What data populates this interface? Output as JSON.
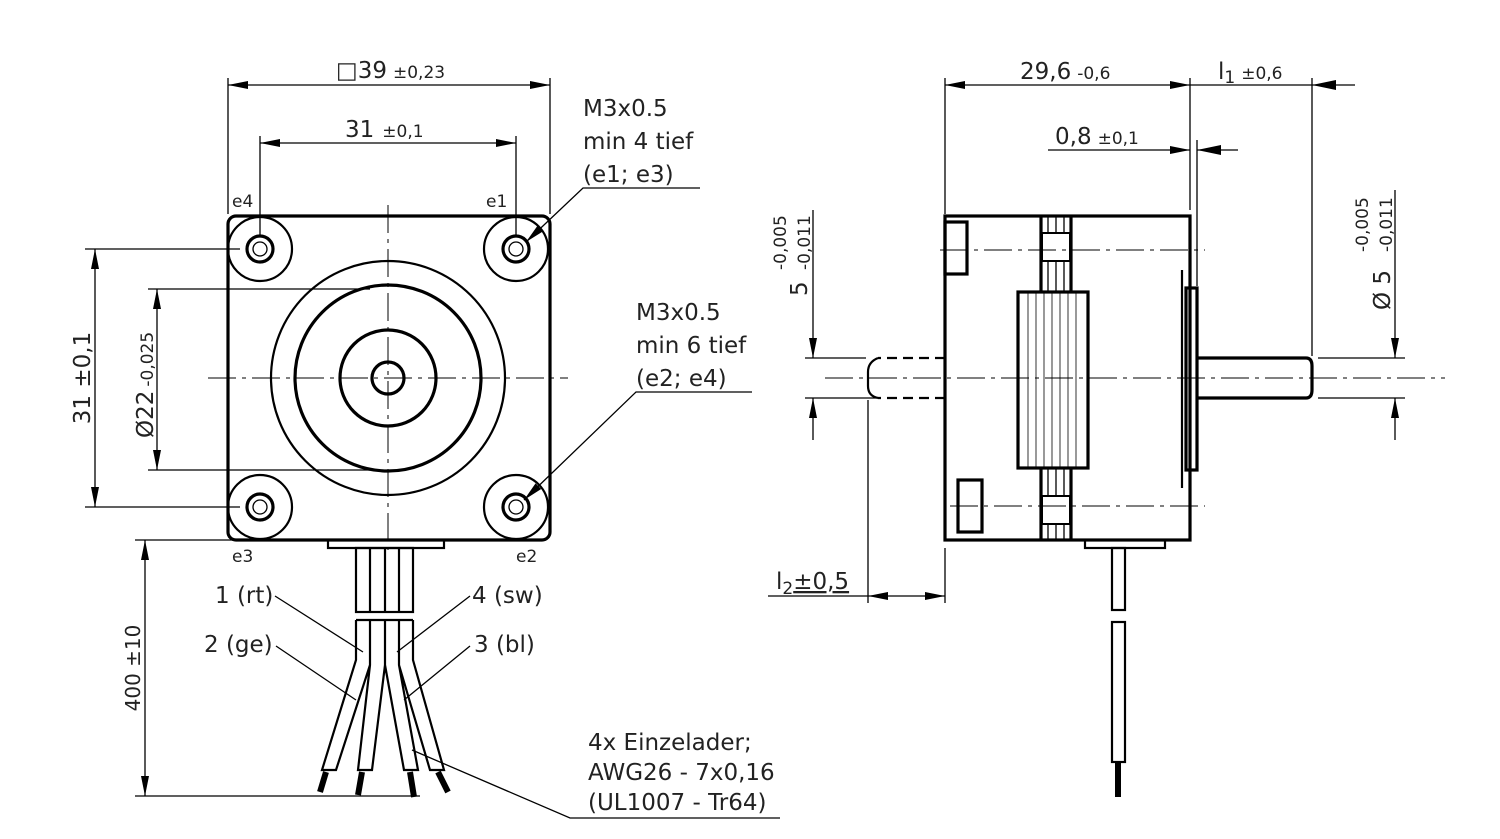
{
  "front_view": {
    "dim_square": "□39",
    "dim_square_tol": "±0,23",
    "dim_hole_spacing_h": "31",
    "dim_hole_spacing_h_tol": "±0,1",
    "dim_hole_spacing_v": "31 ±0,1",
    "dim_boss": "Ø22",
    "dim_boss_tol": "-0,025",
    "dim_lead_length": "400 ±10",
    "hole_labels": [
      "e1",
      "e2",
      "e3",
      "e4"
    ],
    "note_top": [
      "M3x0.5",
      "min 4 tief",
      "(e1; e3)"
    ],
    "note_mid": [
      "M3x0.5",
      "min 6 tief",
      "(e2; e4)"
    ],
    "wires": [
      "1 (rt)",
      "2 (ge)",
      "3 (bl)",
      "4 (sw)"
    ],
    "note_wires": [
      "4x Einzelader;",
      "AWG26 - 7x0,16",
      "(UL1007 - Tr64)"
    ]
  },
  "side_view": {
    "dim_body_length": "29,6",
    "dim_body_length_tol": "-0,6",
    "dim_l1": "l",
    "dim_l1_sub": "1",
    "dim_l1_tol": "±0,6",
    "dim_flange": "0,8",
    "dim_flange_tol": "±0,1",
    "dim_rear_shaft": "5",
    "dim_rear_shaft_tol_upper": "-0,005",
    "dim_rear_shaft_tol_lower": "-0,011",
    "dim_shaft": "Ø 5",
    "dim_shaft_tol_upper": "-0,005",
    "dim_shaft_tol_lower": "-0,011",
    "dim_l2": "l",
    "dim_l2_sub": "2",
    "dim_l2_tol": "±0,5"
  }
}
